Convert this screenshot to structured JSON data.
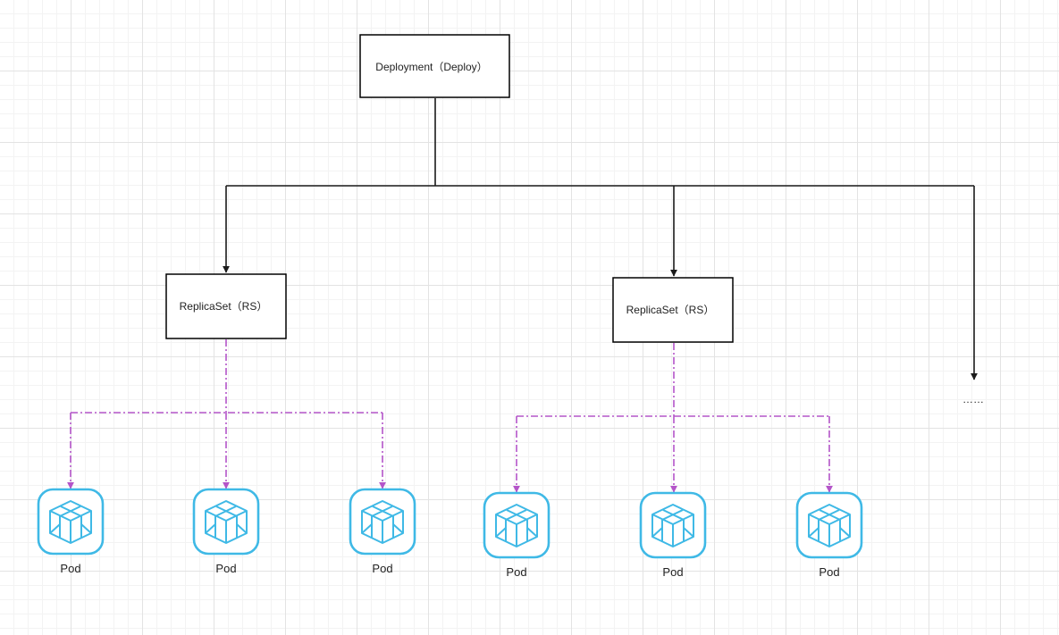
{
  "deployment": {
    "label": "Deployment（Deploy）"
  },
  "replicasets": [
    {
      "label": "ReplicaSet（RS）"
    },
    {
      "label": "ReplicaSet（RS）"
    }
  ],
  "more_indicator": "……",
  "pods": [
    {
      "label": "Pod"
    },
    {
      "label": "Pod"
    },
    {
      "label": "Pod"
    },
    {
      "label": "Pod"
    },
    {
      "label": "Pod"
    },
    {
      "label": "Pod"
    }
  ],
  "colors": {
    "pod_icon": "#3fb9e6",
    "owner_edge": "#1a1a1a",
    "pod_edge": "#b455c9",
    "node_border": "#000000"
  },
  "icons": {
    "pod": "kubernetes-pod-cube-icon"
  }
}
